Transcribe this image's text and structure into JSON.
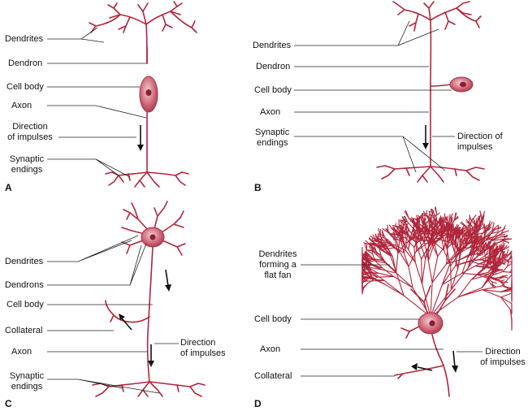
{
  "panels": {
    "a": {
      "letter": "A",
      "labels": {
        "dendrites": "Dendrites",
        "dendron": "Dendron",
        "cell_body": "Cell body",
        "axon": "Axon",
        "direction_1": "Direction",
        "direction_2": "of impulses",
        "synaptic_1": "Synaptic",
        "synaptic_2": "endings"
      }
    },
    "b": {
      "letter": "B",
      "labels": {
        "dendrites": "Dendrites",
        "dendron": "Dendron",
        "cell_body": "Cell body",
        "axon": "Axon",
        "synaptic_1": "Synaptic",
        "synaptic_2": "endings",
        "direction_1": "Direction of",
        "direction_2": "impulses"
      }
    },
    "c": {
      "letter": "C",
      "labels": {
        "dendrites": "Dendrites",
        "dendrons": "Dendrons",
        "cell_body": "Cell body",
        "collateral": "Collateral",
        "axon": "Axon",
        "direction_1": "Direction",
        "direction_2": "of impulses",
        "synaptic_1": "Synaptic",
        "synaptic_2": "endings"
      }
    },
    "d": {
      "letter": "D",
      "labels": {
        "dendrites_1": "Dendrites",
        "dendrites_2": "forming a",
        "dendrites_3": "flat fan",
        "cell_body": "Cell body",
        "axon": "Axon",
        "collateral": "Collateral",
        "direction_1": "Direction",
        "direction_2": "of impulses"
      }
    }
  },
  "colors": {
    "neuron": "#b0263b",
    "soma_light": "#f4cdd2",
    "soma_dark": "#a8354a",
    "nucleus": "#8a1f33",
    "leader": "#222222",
    "arrow": "#111111"
  }
}
